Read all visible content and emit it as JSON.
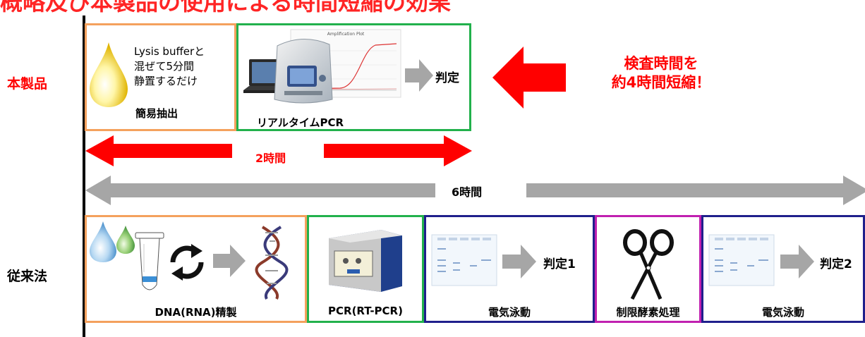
{
  "header": {
    "text": "概略及び本製品の使用による時間短縮の効果"
  },
  "product_row": {
    "label": "本製品",
    "extraction_text_lines": [
      "Lysis bufferと",
      "混ぜて5分間",
      "静置するだけ"
    ],
    "extraction_label": "簡易抽出",
    "realtime_label": "リアルタイムPCR",
    "plot_title": "Amplification Plot",
    "result_label": "判定",
    "reduction_text_lines": [
      "検査時間を",
      "約4時間短縮！"
    ]
  },
  "timeline": {
    "short_label": "2時間",
    "long_label": "6時間"
  },
  "conventional_row": {
    "label": "従来法",
    "steps": [
      "DNA(RNA)精製",
      "PCR(RT-PCR)",
      "電気泳動",
      "制限酵素処理",
      "電気泳動"
    ],
    "result1_label": "判定1",
    "result2_label": "判定2"
  },
  "colors": {
    "accent_red": "#ff0000",
    "arrow_gray": "#a6a6a6",
    "orange": "#f4a15d",
    "green": "#22b14c",
    "navy": "#1f1f8c",
    "magenta": "#c020b0"
  }
}
